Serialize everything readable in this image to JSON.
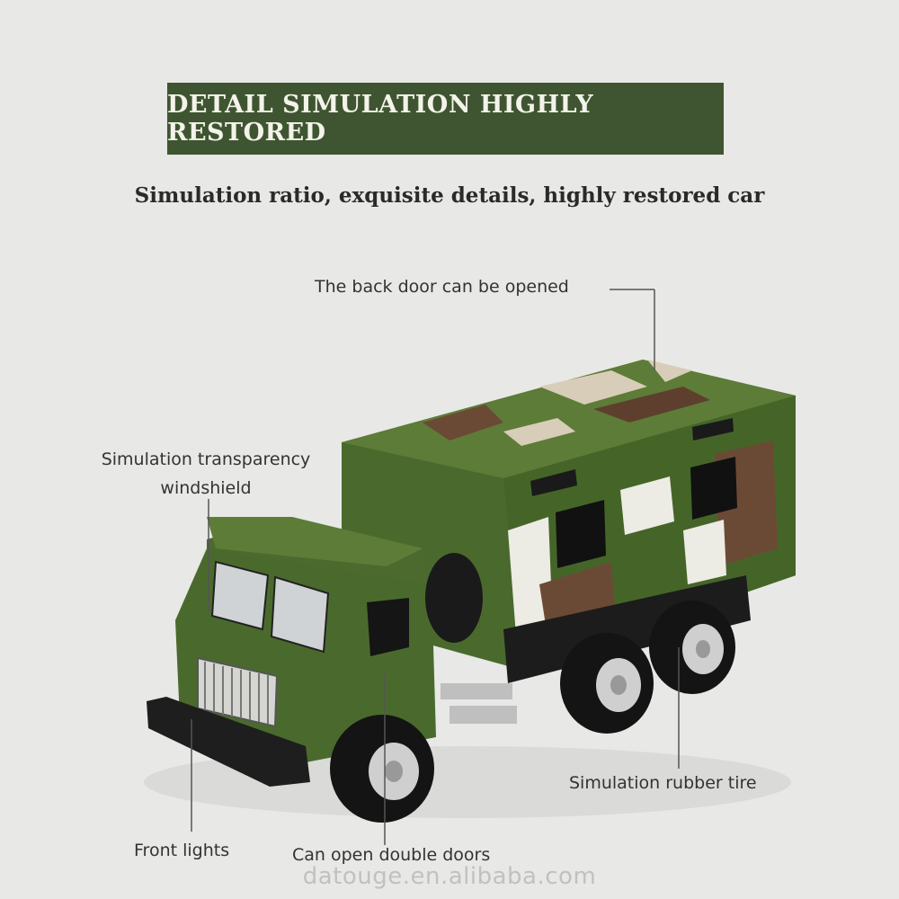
{
  "banner": {
    "title": "DETAIL SIMULATION HIGHLY RESTORED"
  },
  "subtitle": "Simulation ratio, exquisite details, highly restored car",
  "callouts": {
    "back_door": "The back door can be opened",
    "windshield_line1": "Simulation transparency",
    "windshield_line2": "windshield",
    "tire": "Simulation rubber tire",
    "front_lights": "Front lights",
    "doors": "Can open double doors"
  },
  "watermark": "datouge.en.alibaba.com",
  "colors": {
    "banner": "#3f5531",
    "truck_green": "#4d6a2e",
    "background": "#e8e8e6"
  }
}
